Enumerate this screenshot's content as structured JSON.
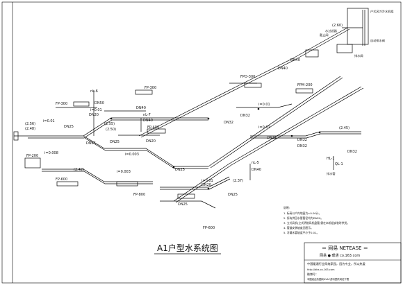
{
  "title": "A1户型水系统图",
  "top_right": {
    "riser_label": "户式风冷冷水机组",
    "boiler_label": "自动排水阀",
    "tank_label": "排水阀",
    "valve_label_1": "截止阀",
    "valve_label_2": "水过滤器"
  },
  "labels": {
    "nl6": "nL-6",
    "dn50": "DN50",
    "fp300a": "FP-300",
    "dn20a": "DN20",
    "fp300b": "FP-300",
    "i001a": "i=0.01",
    "i001b": "i=0.01",
    "dn40a": "DN40",
    "nl7": "nL-7",
    "dn40b": "DN40",
    "fp400": "FP-400",
    "e256": "(2.56)",
    "e248": "(2.48)",
    "e255": "(2.55)",
    "e250": "(2.50)",
    "dn25a": "DN25",
    "dn25b": "DN25",
    "dn25c": "DN25",
    "dn20b": "DN20",
    "i0003a": "i=0.003",
    "i0008": "i=0.008",
    "fp200": "FP-200",
    "e242": "(2.42)",
    "fp600a": "FP-600",
    "i0003b": "i=0.003",
    "fp800": "FP-800",
    "dn25d": "DN25",
    "i001c": "i=0.01",
    "dn20c": "DN20",
    "dn25e": "DN25",
    "e237": "(2.37)",
    "nl5": "nL-5",
    "dn40c": "DN40",
    "fp600b": "FP-600",
    "fpo300": "FPO-300",
    "dn32a": "DN32",
    "dn32b": "DN32",
    "fpm200": "FPM-200",
    "i001d": "i=0.01",
    "i001e": "i=0.01",
    "dn40d": "DN40",
    "dn40e": "DN40",
    "e245": "(2.45)",
    "dn32c": "DN32",
    "dn32d": "DN32",
    "hl1": "HL-1",
    "ql1": "QL-1",
    "hl1_note": "排水管",
    "e260": "(2.60)",
    "dn32e": "DN32",
    "dn32f": "DN32",
    "dn25f": "DN25"
  },
  "notes": {
    "heading": "说明:",
    "items": [
      "1. 标高以户内地面为±0.00计。",
      "2. 所有供回水管管径均为DN20。",
      "3. 立式风机(立式明装风机盘管)需在本机组安装时供货。",
      "4. 管道安装坡度见图示。",
      "5. 冷凝水管坡度不小于0.01。"
    ]
  },
  "title_block": {
    "brand_line": "＝ 网易  NETEASE ＝",
    "site_line": "网易 ● 暖通     co.163.com",
    "row1": "中国暖通行业网络家园，因为专业，所以热爱",
    "row2": "http://bbs.co.163.com",
    "row3": "微博号：",
    "row4": "本图纸由热图网HVAC资料提供网站下载"
  }
}
